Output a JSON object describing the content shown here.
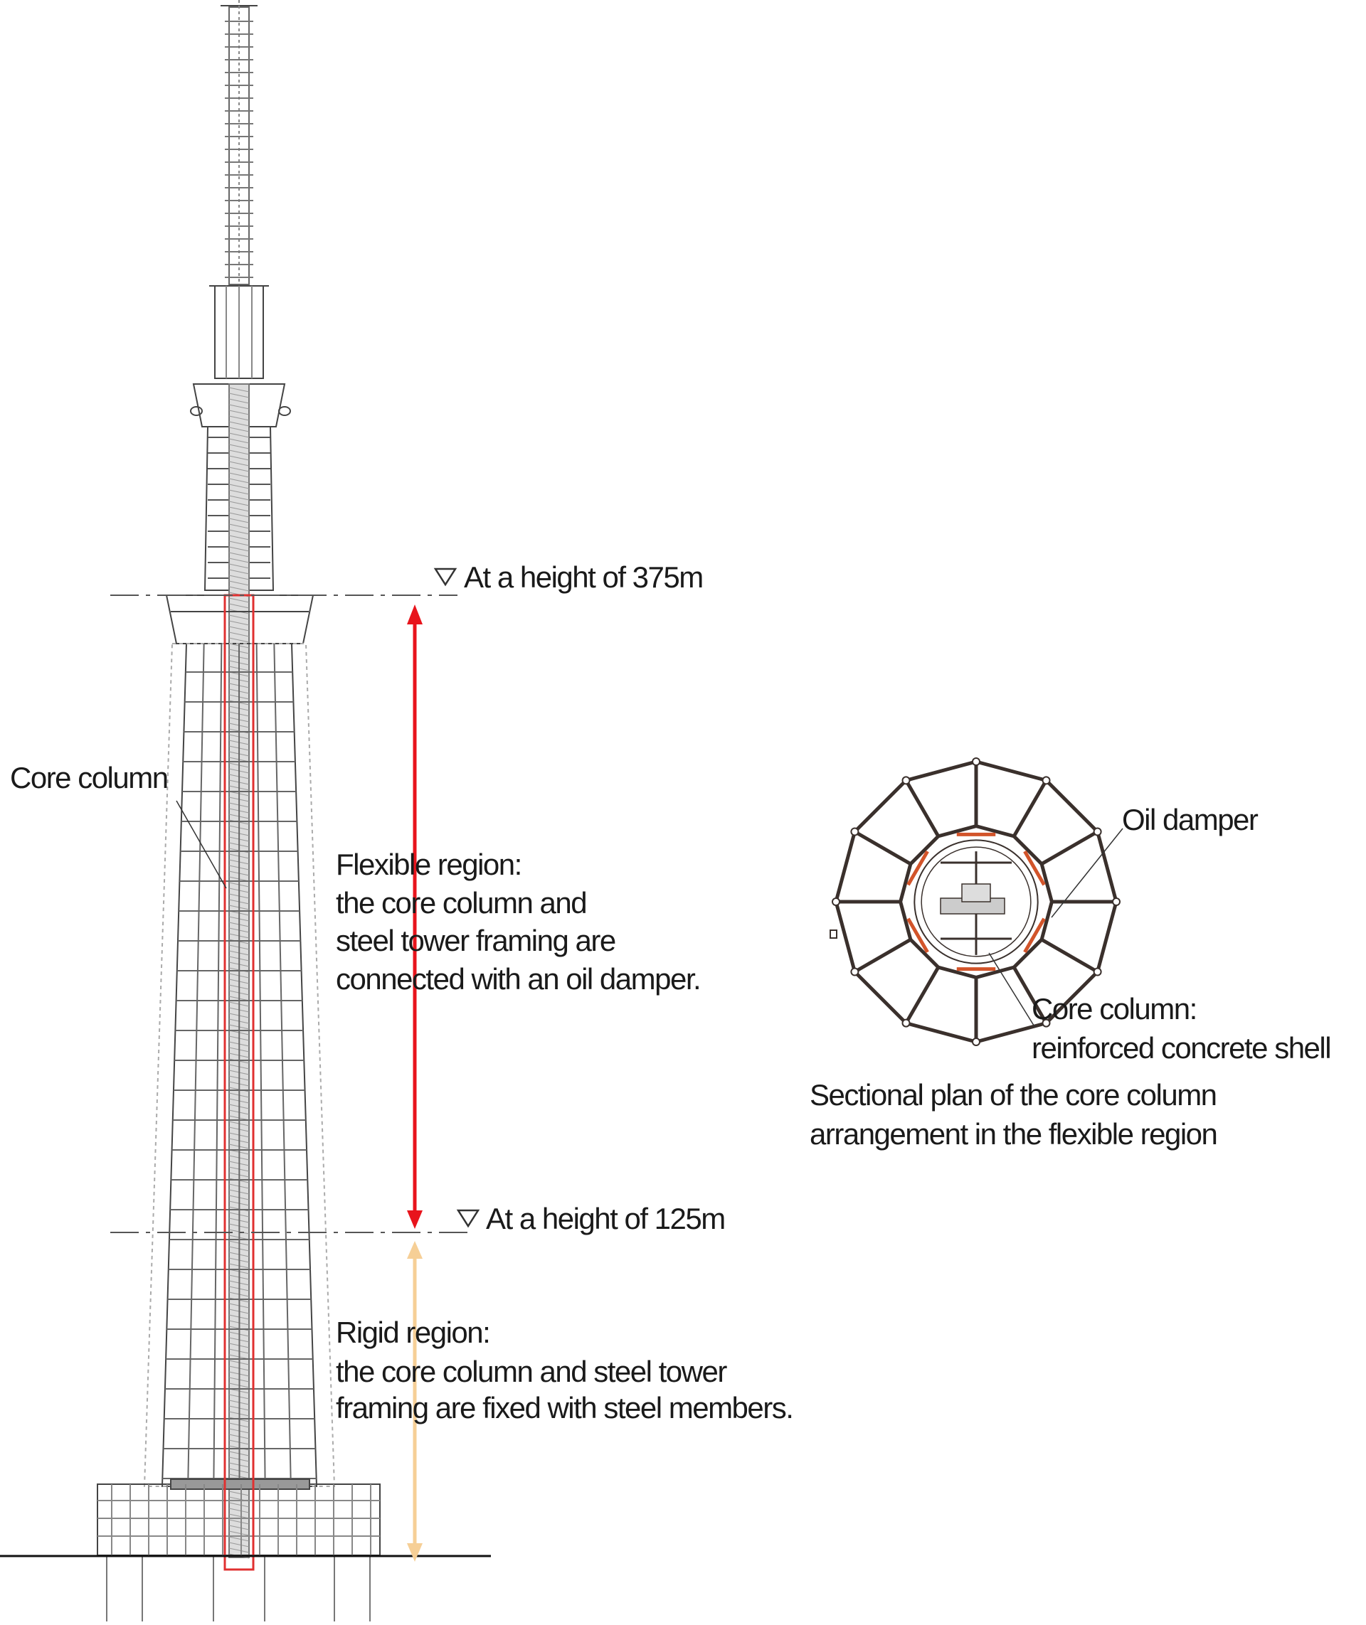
{
  "labels": {
    "height_375": "At a height of 375m",
    "height_125": "At a height of 125m",
    "core_column": "Core column",
    "flexible": [
      "Flexible region:",
      "the core column and",
      "steel tower framing are",
      "connected with an oil damper."
    ],
    "rigid": [
      "Rigid region:",
      "the core column and steel tower",
      "framing are fixed with steel members."
    ],
    "oil_damper": "Oil damper",
    "plan_core": [
      "Core column:",
      "reinforced concrete shell"
    ],
    "plan_caption": [
      "Sectional plan of the core column",
      "arrangement in the flexible region"
    ]
  },
  "colors": {
    "flexible_arrow": "#e8141c",
    "rigid_arrow": "#f6cf96",
    "core_outline": "#e03030",
    "damper": "#d2542a",
    "line": "#333333"
  }
}
